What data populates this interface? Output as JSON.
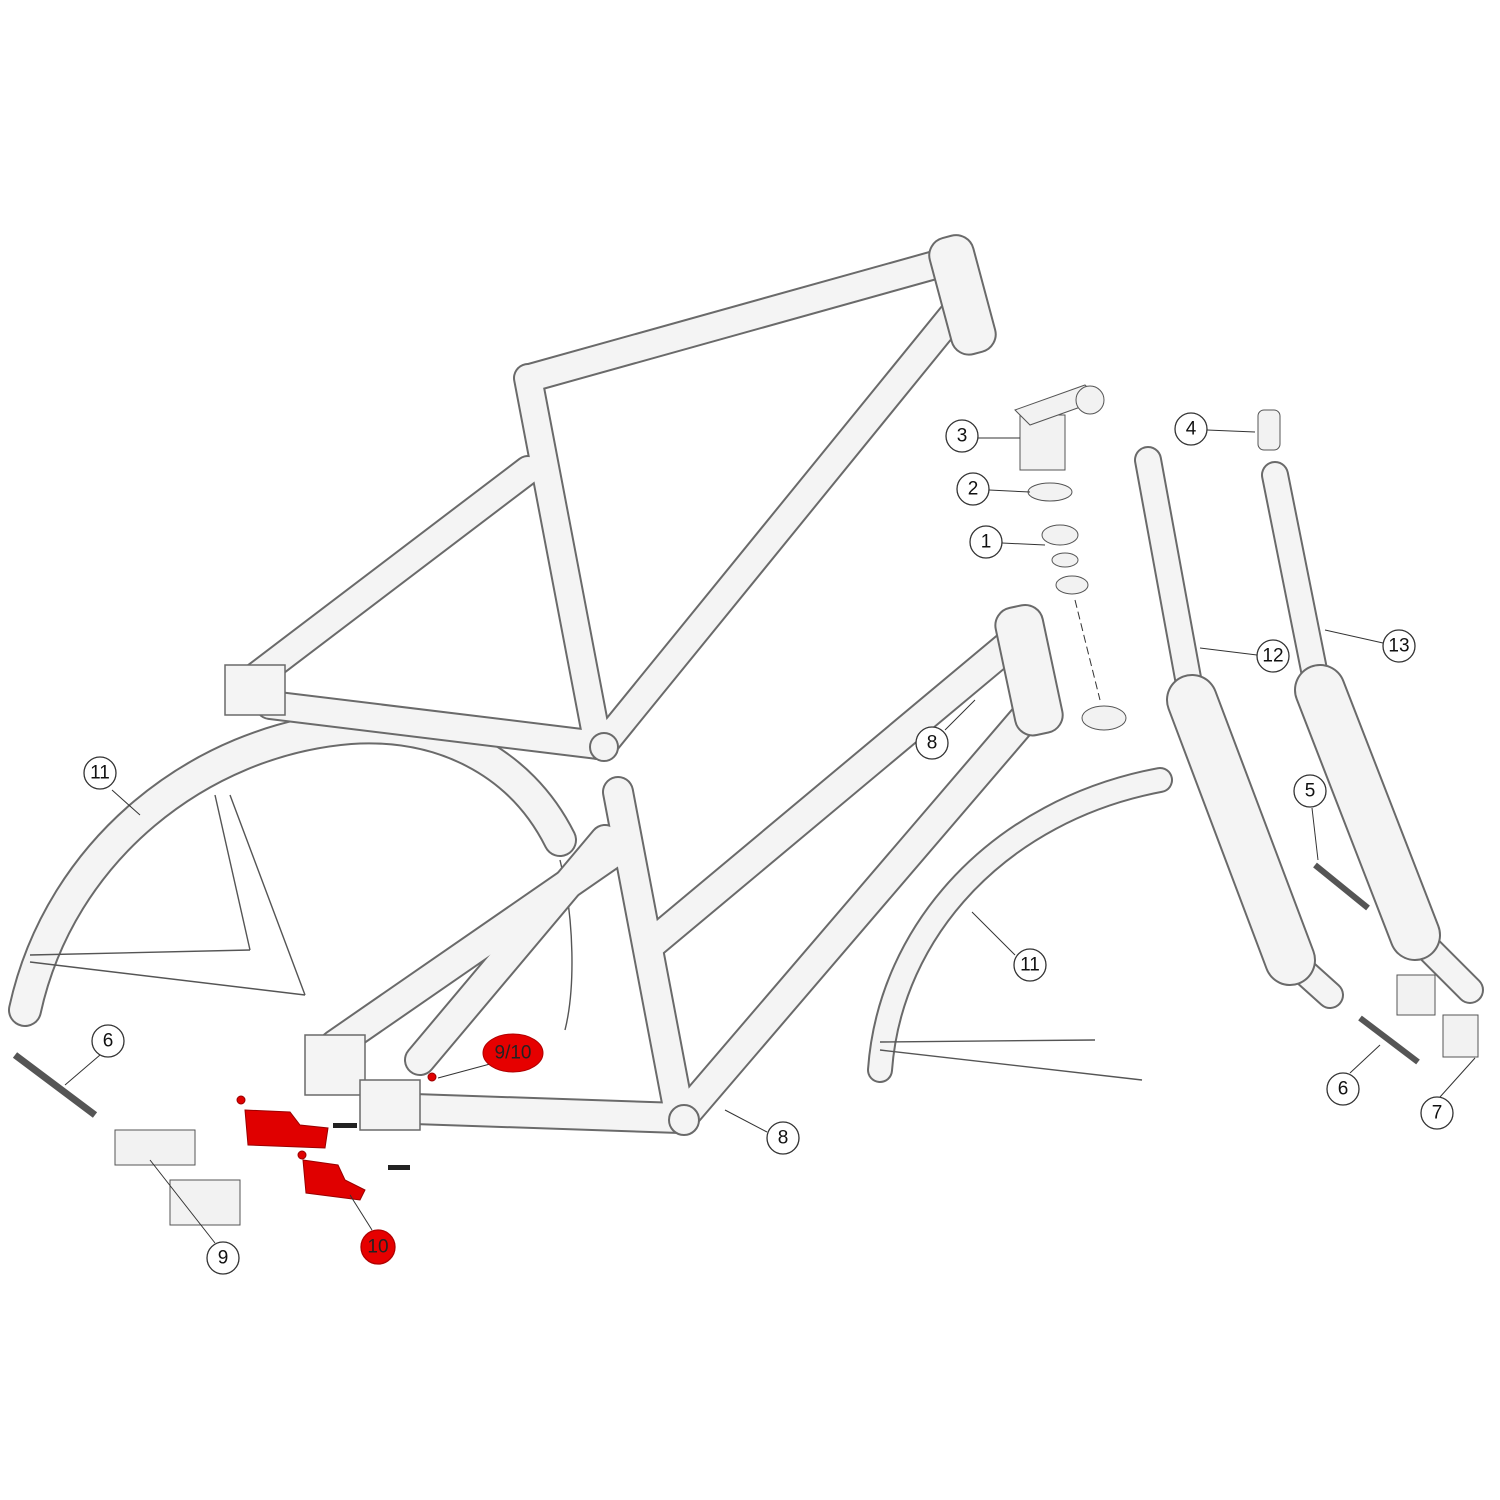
{
  "diagram": {
    "type": "exploded-parts-diagram",
    "highlight_color": "#e60000",
    "callouts": {
      "c1": "1",
      "c2": "2",
      "c3": "3",
      "c4": "4",
      "c5": "5",
      "c6a": "6",
      "c6b": "6",
      "c7": "7",
      "c8a": "8",
      "c8b": "8",
      "c9": "9",
      "c910": "9/10",
      "c10": "10",
      "c11a": "11",
      "c11b": "11",
      "c12": "12",
      "c13": "13"
    }
  }
}
